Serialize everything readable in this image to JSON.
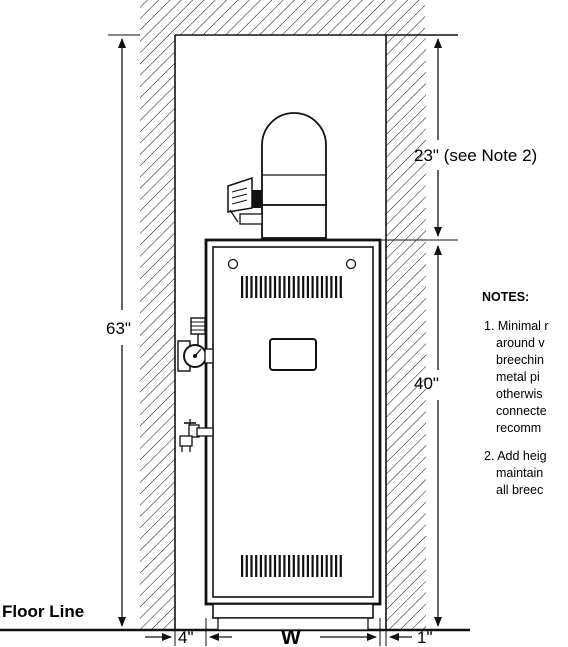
{
  "labels": {
    "height_total": "63\"",
    "clearance_top": "23\" (see Note 2)",
    "height_boiler": "40\"",
    "floor_line": "Floor Line",
    "left_clearance": "4\"",
    "width": "W",
    "right_clearance": "1\""
  },
  "notes": {
    "heading": "NOTES:",
    "note1_lines": [
      "1. Minimal r",
      "around v",
      "breechin",
      "metal pi",
      "otherwis",
      "connecte",
      "recomm"
    ],
    "note2_lines": [
      "2. Add heig",
      "maintain",
      "all breec"
    ]
  },
  "colors": {
    "ink": "#111111",
    "background": "#ffffff"
  }
}
